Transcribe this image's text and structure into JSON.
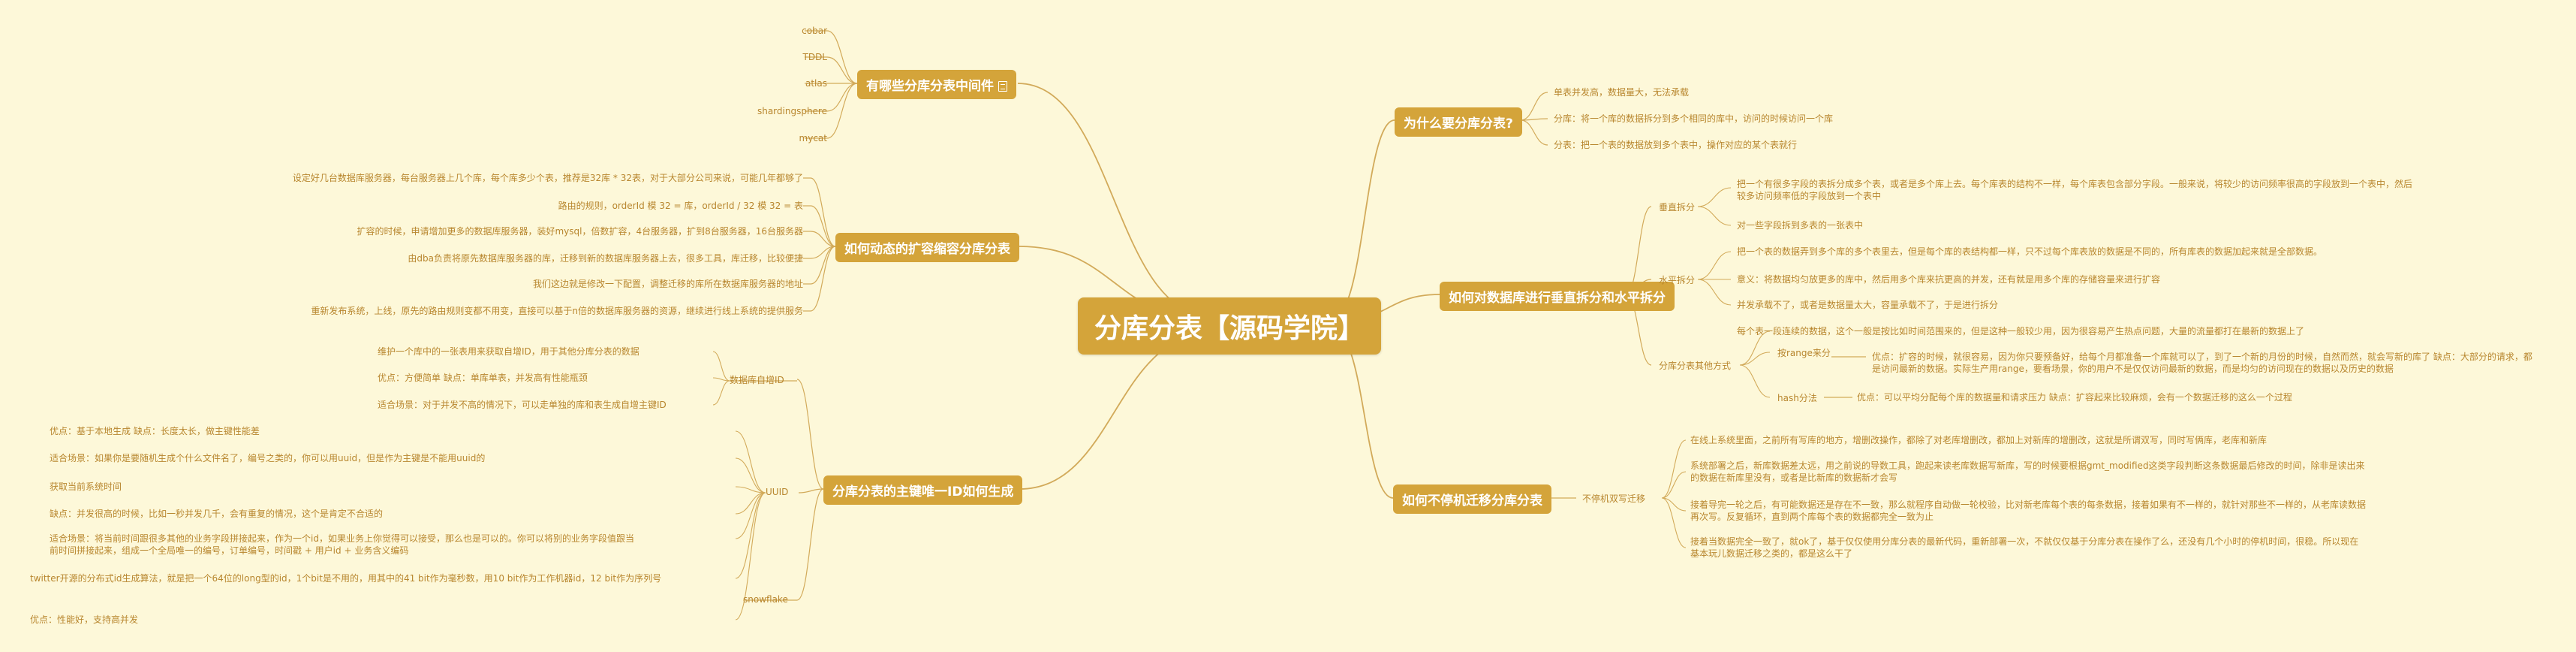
{
  "root": {
    "title": "分库分表【源码学院】"
  },
  "left": {
    "middleware": {
      "title": "有哪些分库分表中间件",
      "icon": "document-icon",
      "items": [
        "cobar",
        "TDDL",
        "atlas",
        "shardingsphere",
        "mycat"
      ]
    },
    "dynamic": {
      "title": "如何动态的扩容缩容分库分表",
      "items": [
        "设定好几台数据库服务器，每台服务器上几个库，每个库多少个表，推荐是32库 * 32表，对于大部分公司来说，可能几年都够了",
        "路由的规则，orderId 模 32 = 库，orderId / 32 模 32 = 表",
        "扩容的时候，申请增加更多的数据库服务器，装好mysql，倍数扩容，4台服务器，扩到8台服务器，16台服务器",
        "由dba负责将原先数据库服务器的库，迁移到新的数据库服务器上去，很多工具，库迁移，比较便捷",
        "我们这边就是修改一下配置，调整迁移的库所在数据库服务器的地址",
        "重新发布系统，上线，原先的路由规则变都不用变，直接可以基于n倍的数据库服务器的资源，继续进行线上系统的提供服务"
      ]
    },
    "primaryKey": {
      "title": "分库分表的主键唯一ID如何生成",
      "dbAuto": {
        "label": "数据库自增ID",
        "items": [
          "维护一个库中的一张表用来获取自增ID，用于其他分库分表的数据",
          "优点：方便简单 缺点：单库单表，并发高有性能瓶颈",
          "适合场景：对于并发不高的情况下，可以走单独的库和表生成自增主键ID"
        ]
      },
      "uuid": {
        "label": "UUID",
        "items": [
          "优点：基于本地生成 缺点：长度太长，做主键性能差",
          "适合场景：如果你是要随机生成个什么文件名了，编号之类的，你可以用uuid，但是作为主键是不能用uuid的",
          "获取当前系统时间",
          "缺点：并发很高的时候，比如一秒并发几千，会有重复的情况，这个是肯定不合适的",
          "适合场景：将当前时间跟很多其他的业务字段拼接起来，作为一个id，如果业务上你觉得可以接受，那么也是可以的。你可以将别的业务字段值跟当前时间拼接起来，组成一个全局唯一的编号，订单编号，时间戳 + 用户id + 业务含义编码",
          "twitter开源的分布式id生成算法，就是把一个64位的long型的id，1个bit是不用的，用其中的41 bit作为毫秒数，用10 bit作为工作机器id，12 bit作为序列号",
          "优点：性能好，支持高并发"
        ]
      },
      "snowflake": {
        "label": "snowflake"
      }
    }
  },
  "right": {
    "why": {
      "title": "为什么要分库分表?",
      "items": [
        "单表并发高，数据量大，无法承载",
        "分库：将一个库的数据拆分到多个相同的库中，访问的时候访问一个库",
        "分表：把一个表的数据放到多个表中，操作对应的某个表就行"
      ]
    },
    "split": {
      "title": "如何对数据库进行垂直拆分和水平拆分",
      "vertical": {
        "label": "垂直拆分",
        "items": [
          "把一个有很多字段的表拆分成多个表，或者是多个库上去。每个库表的结构不一样，每个库表包含部分字段。一般来说，将较少的访问频率很高的字段放到一个表中，然后较多访问频率低的字段放到一个表中",
          "对一些字段拆到多表的一张表中"
        ]
      },
      "horizontal": {
        "label": "水平拆分",
        "items": [
          "把一个表的数据弄到多个库的多个表里去，但是每个库的表结构都一样，只不过每个库表放的数据是不同的，所有库表的数据加起来就是全部数据。",
          "意义：将数据均匀放更多的库中，然后用多个库来抗更高的并发，还有就是用多个库的存储容量来进行扩容",
          "并发承载不了，或者是数据量太大，容量承载不了，于是进行拆分"
        ]
      },
      "methods": {
        "label": "分库分表其他方式",
        "intro": "每个表一段连续的数据，这个一般是按比如时间范围来的，但是这种一般较少用，因为很容易产生热点问题，大量的流量都打在最新的数据上了",
        "range": {
          "label": "按range来分",
          "desc": "优点：扩容的时候，就很容易，因为你只要预备好，给每个月都准备一个库就可以了，到了一个新的月份的时候，自然而然，就会写新的库了 缺点：大部分的请求，都是访问最新的数据。实际生产用range，要看场景，你的用户不是仅仅访问最新的数据，而是均匀的访问现在的数据以及历史的数据"
        },
        "hash": {
          "label": "hash分法",
          "desc": "优点：可以平均分配每个库的数据量和请求压力 缺点：扩容起来比较麻烦，会有一个数据迁移的这么一个过程"
        }
      }
    },
    "migrate": {
      "title": "如何不停机迁移分库分表",
      "label": "不停机双写迁移",
      "items": [
        "在线上系统里面，之前所有写库的地方，增删改操作，都除了对老库增删改，都加上对新库的增删改，这就是所谓双写，同时写俩库，老库和新库",
        "系统部署之后，新库数据差太远，用之前说的导数工具，跑起来读老库数据写新库，写的时候要根据gmt_modified这类字段判断这条数据最后修改的时间，除非是读出来的数据在新库里没有，或者是比新库的数据新才会写",
        "接着导完一轮之后，有可能数据还是存在不一致，那么就程序自动做一轮校验，比对新老库每个表的每条数据，接着如果有不一样的，就针对那些不一样的，从老库读数据再次写。反复循环，直到两个库每个表的数据都完全一致为止",
        "接着当数据完全一致了，就ok了，基于仅仅使用分库分表的最新代码，重新部署一次，不就仅仅基于分库分表在操作了么，还没有几个小时的停机时间，很稳。所以现在基本玩儿数据迁移之类的，都是这么干了"
      ]
    }
  }
}
